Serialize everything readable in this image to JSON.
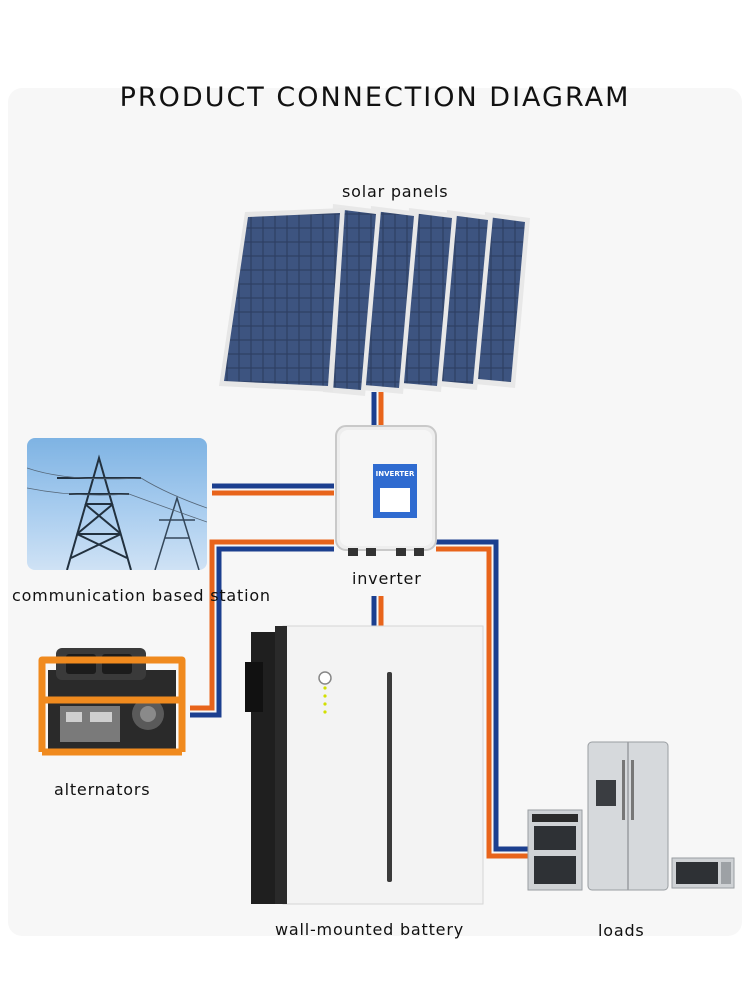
{
  "title": "PRODUCT CONNECTION DIAGRAM",
  "nodes": {
    "solar": {
      "label": "solar panels",
      "icon": "solar-panels-icon"
    },
    "inverter": {
      "label": "inverter",
      "badge": "INVERTER",
      "icon": "inverter-icon"
    },
    "station": {
      "label": "communication based station",
      "icon": "power-tower-icon"
    },
    "alternator": {
      "label": "alternators",
      "icon": "generator-icon"
    },
    "battery": {
      "label": "wall-mounted battery",
      "icon": "wall-battery-icon"
    },
    "loads": {
      "label": "loads",
      "icon": "appliances-icon"
    }
  },
  "colors": {
    "wire_orange": "#e8641b",
    "wire_blue": "#1c3f8f",
    "inverter_badge": "#2f6bd0"
  }
}
